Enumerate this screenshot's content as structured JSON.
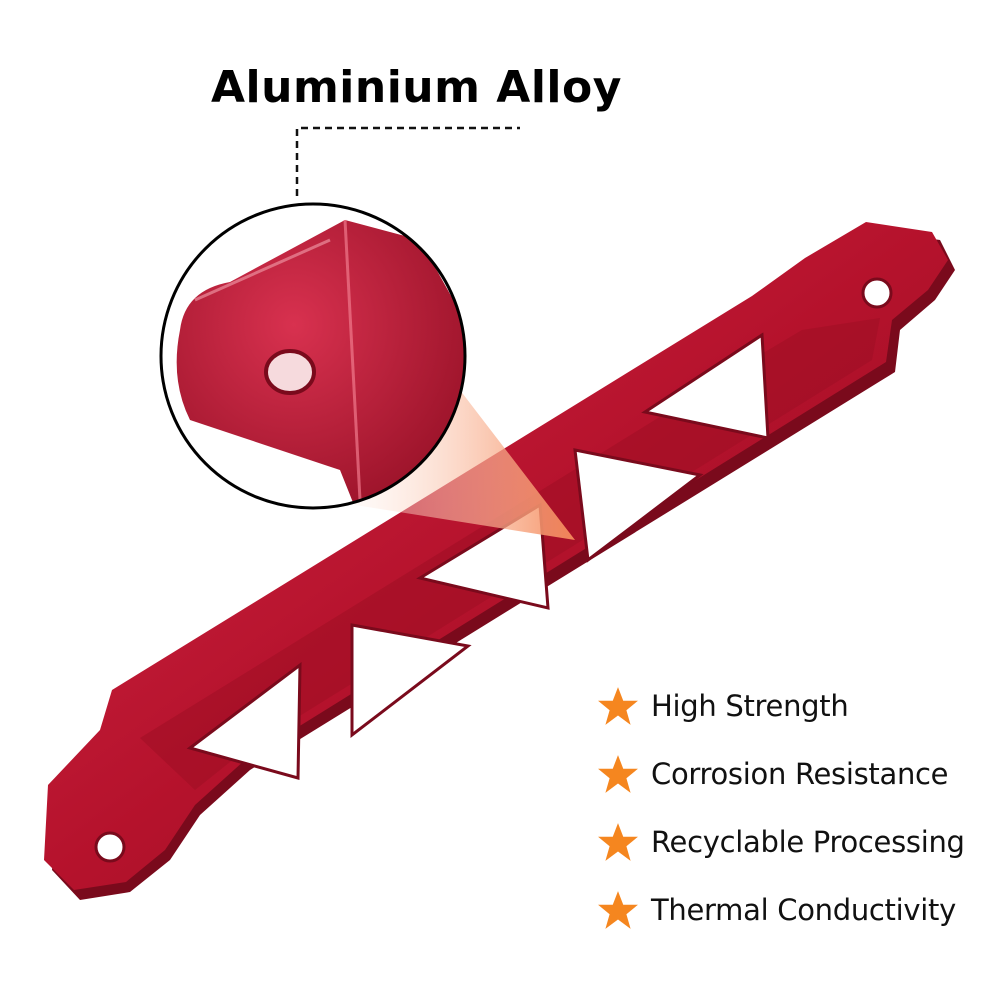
{
  "title": "Aluminium Alloy",
  "features": [
    {
      "label": "High Strength",
      "icon": "star-icon"
    },
    {
      "label": "Corrosion Resistance",
      "icon": "star-icon"
    },
    {
      "label": "Recyclable Processing",
      "icon": "star-icon"
    },
    {
      "label": "Thermal Conductivity",
      "icon": "star-icon"
    }
  ],
  "colors": {
    "product_red": "#b5122c",
    "product_dark": "#7a0a1c",
    "star_orange": "#f5861f",
    "callout_gradient": "#f6a77e"
  }
}
